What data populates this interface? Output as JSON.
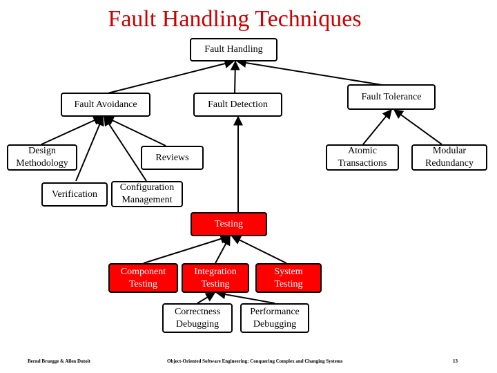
{
  "title": "Fault Handling Techniques",
  "nodes": {
    "fault_handling": "Fault Handling",
    "fault_avoidance": "Fault Avoidance",
    "fault_detection": "Fault Detection",
    "fault_tolerance": "Fault Tolerance",
    "design_methodology": "Design\nMethodology",
    "reviews": "Reviews",
    "atomic_transactions": "Atomic\nTransactions",
    "modular_redundancy": "Modular\nRedundancy",
    "verification": "Verification",
    "configuration_management": "Configuration\nManagement",
    "testing": "Testing",
    "component_testing": "Component\nTesting",
    "integration_testing": "Integration\nTesting",
    "system_testing": "System\nTesting",
    "correctness_debugging": "Correctness\nDebugging",
    "performance_debugging": "Performance\nDebugging"
  },
  "highlight_color": "#ff0000",
  "title_color": "#cc0000",
  "footer": {
    "authors": "Bernd Bruegge & Allen Dutoit",
    "book": "Object-Oriented Software Engineering: Conquering Complex and Changing Systems",
    "page": "13"
  }
}
